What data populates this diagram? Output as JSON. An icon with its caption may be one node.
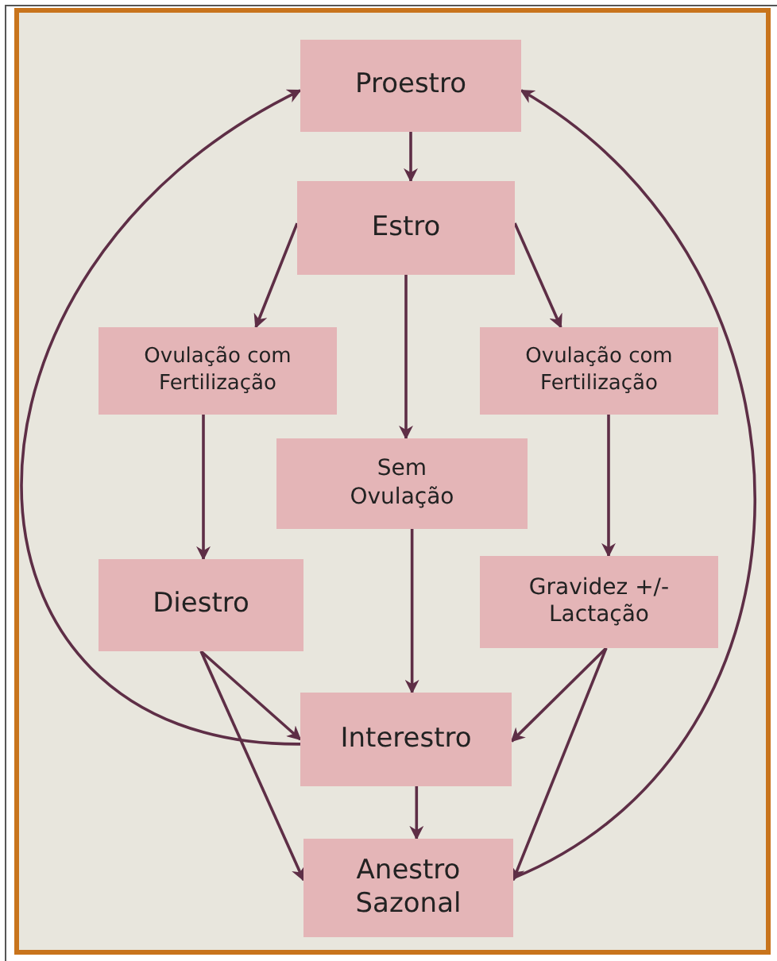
{
  "diagram": {
    "nodes": [
      {
        "text": [
          "Proestro"
        ]
      },
      {
        "text": [
          "Estro"
        ]
      },
      {
        "text": [
          "Ovulação com Fertilização"
        ]
      },
      {
        "text": [
          "Ovulação com Fertilização"
        ]
      },
      {
        "text": [
          "Sem Ovulação"
        ]
      },
      {
        "text": [
          "Diestro"
        ]
      },
      {
        "text": [
          "Gravidez +/- Lactação"
        ]
      },
      {
        "text": [
          "Interestro"
        ]
      },
      {
        "text": [
          "Anestro Sazonal"
        ]
      }
    ],
    "edges": [
      {
        "from": 0,
        "to": 1,
        "arrow": "to"
      },
      {
        "from": 1,
        "to": 2,
        "arrow": "to"
      },
      {
        "from": 1,
        "to": 4,
        "arrow": "to"
      },
      {
        "from": 1,
        "to": 3,
        "arrow": "to"
      },
      {
        "from": 2,
        "to": 5,
        "arrow": "to"
      },
      {
        "from": 3,
        "to": 6,
        "arrow": "to"
      },
      {
        "from": 4,
        "to": 7,
        "arrow": "to"
      },
      {
        "from": 5,
        "to": 7,
        "arrow": "to"
      },
      {
        "from": 5,
        "to": 8,
        "arrow": "to"
      },
      {
        "from": 6,
        "to": 7,
        "arrow": "to"
      },
      {
        "from": 6,
        "to": 8,
        "arrow": "to"
      },
      {
        "from": 7,
        "to": 8,
        "arrow": "to"
      },
      {
        "from": 7,
        "to": 0,
        "arrow": "to"
      },
      {
        "from": 8,
        "to": 0,
        "arrow": "to"
      }
    ]
  }
}
